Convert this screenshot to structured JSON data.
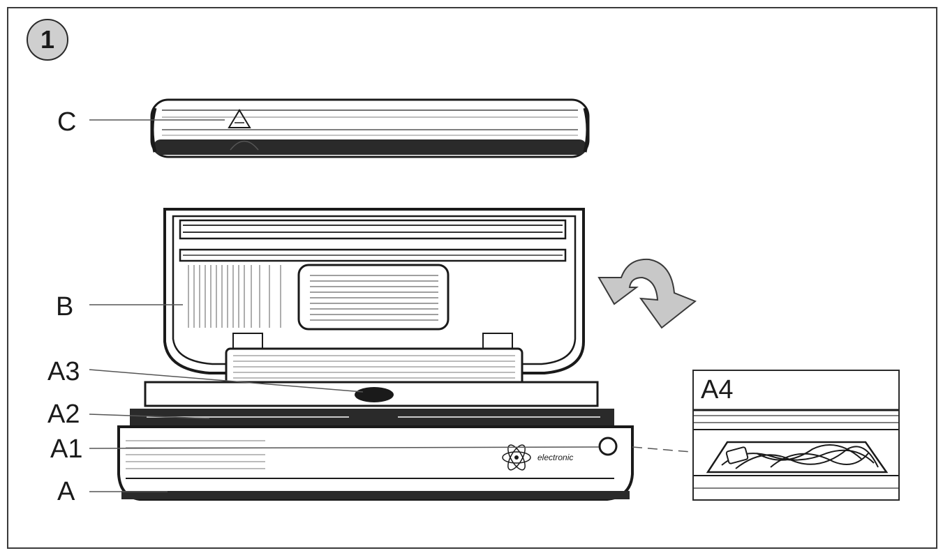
{
  "figure": {
    "number": "1",
    "labels": {
      "c": "C",
      "b": "B",
      "a3": "A3",
      "a2": "A2",
      "a1": "A1",
      "a": "A",
      "a4": "A4"
    },
    "brand_mark": "electronic"
  }
}
